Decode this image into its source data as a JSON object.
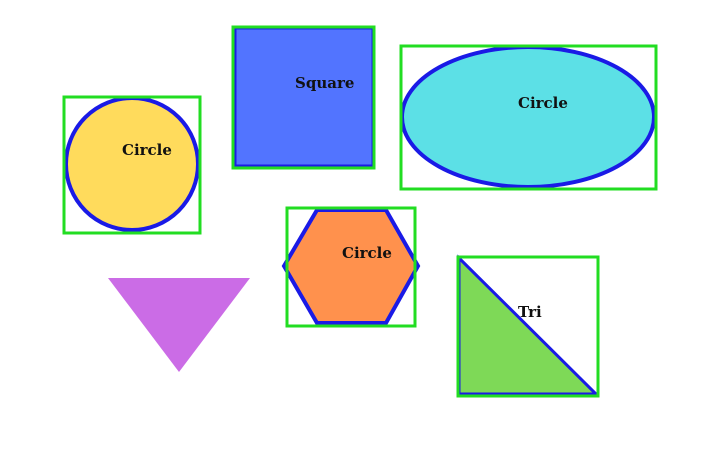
{
  "shapes": [
    {
      "id": "circle-1",
      "kind": "circle",
      "label": "Circle",
      "fill": "#FFDB5C",
      "outline": "#1A1AE6",
      "box": "#22DD22"
    },
    {
      "id": "square-1",
      "kind": "square",
      "label": "Square",
      "fill": "#5274FF",
      "outline": "#1A1AE6",
      "box": "#22DD22"
    },
    {
      "id": "ellipse-1",
      "kind": "ellipse",
      "label": "Circle",
      "fill": "#5CE0E6",
      "outline": "#1A1AE6",
      "box": "#22DD22"
    },
    {
      "id": "hexagon-1",
      "kind": "hexagon",
      "label": "Circle",
      "fill": "#FF914D",
      "outline": "#1A1AE6",
      "box": "#22DD22"
    },
    {
      "id": "triangle-1",
      "kind": "triangle",
      "label": "Tri",
      "fill": "#7ED957",
      "outline": "#1A1AE6",
      "box": "#22DD22"
    },
    {
      "id": "triangle-2",
      "kind": "triangle",
      "label": "",
      "fill": "#CB6CE6"
    }
  ]
}
